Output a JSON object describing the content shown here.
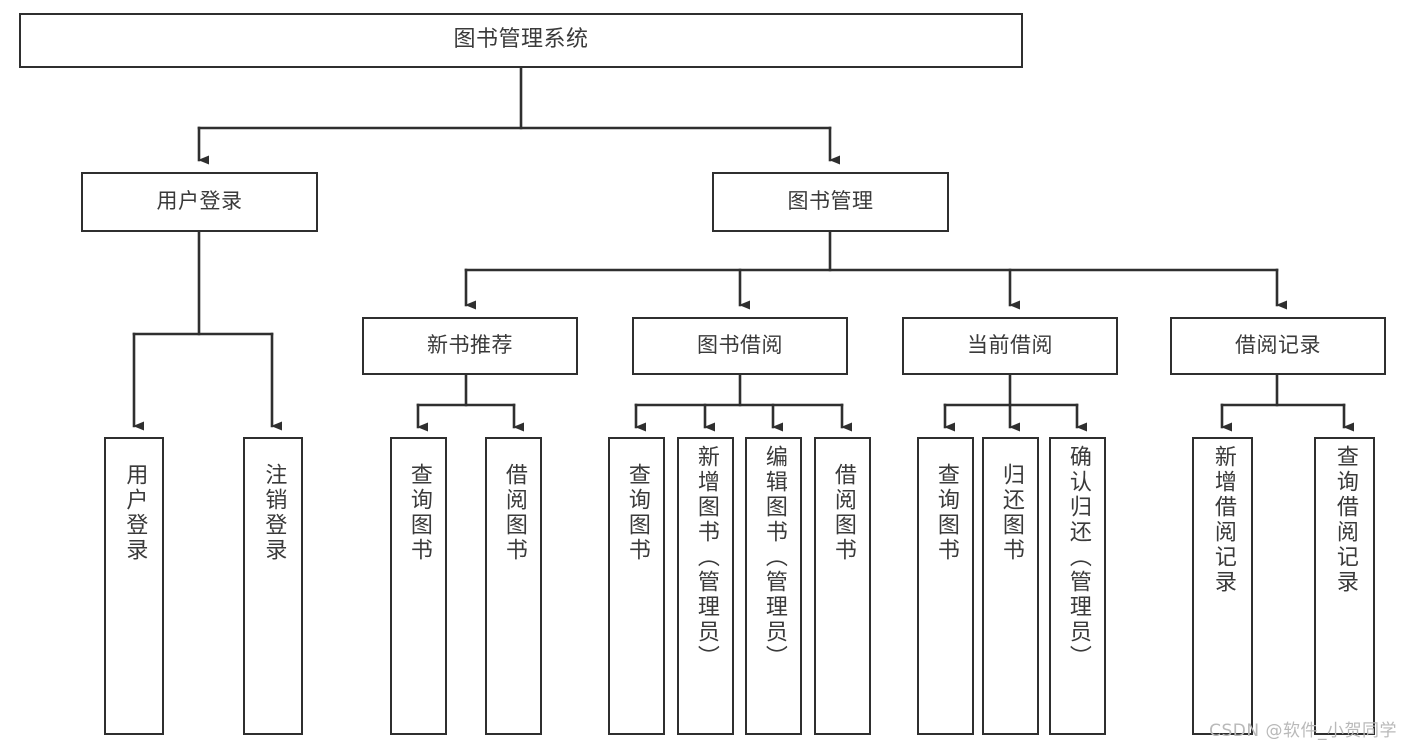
{
  "diagram": {
    "type": "tree-hierarchy",
    "title": "图书管理系统",
    "background_color": "#ffffff",
    "line_color": "#2f2f2f",
    "text_color": "#3a3a3a",
    "watermark": "CSDN @软件_小贺同学"
  },
  "nodes": {
    "root": {
      "label": "图书管理系统"
    },
    "level1": [
      {
        "id": "user-login",
        "label": "用户登录"
      },
      {
        "id": "book-manage",
        "label": "图书管理"
      }
    ],
    "level2": [
      {
        "id": "new-book-recommend",
        "label": "新书推荐"
      },
      {
        "id": "book-borrow",
        "label": "图书借阅"
      },
      {
        "id": "current-borrow",
        "label": "当前借阅"
      },
      {
        "id": "borrow-record",
        "label": "借阅记录"
      }
    ],
    "leaves": {
      "user-login": [
        {
          "id": "leaf-user-login",
          "label": "用户登录"
        },
        {
          "id": "leaf-logout-login",
          "label": "注销登录"
        }
      ],
      "new-book-recommend": [
        {
          "id": "leaf-query-book-1",
          "label": "查询图书"
        },
        {
          "id": "leaf-borrow-book-1",
          "label": "借阅图书"
        }
      ],
      "book-borrow": [
        {
          "id": "leaf-query-book-2",
          "label": "查询图书"
        },
        {
          "id": "leaf-add-book-admin",
          "label": "新增图书（管理员）"
        },
        {
          "id": "leaf-edit-book-admin",
          "label": "编辑图书（管理员）"
        },
        {
          "id": "leaf-borrow-book-2",
          "label": "借阅图书"
        }
      ],
      "current-borrow": [
        {
          "id": "leaf-query-book-3",
          "label": "查询图书"
        },
        {
          "id": "leaf-return-book",
          "label": "归还图书"
        },
        {
          "id": "leaf-confirm-return-admin",
          "label": "确认归还（管理员）"
        }
      ],
      "borrow-record": [
        {
          "id": "leaf-add-borrow-record",
          "label": "新增借阅记录"
        },
        {
          "id": "leaf-query-borrow-record",
          "label": "查询借阅记录"
        }
      ]
    }
  }
}
